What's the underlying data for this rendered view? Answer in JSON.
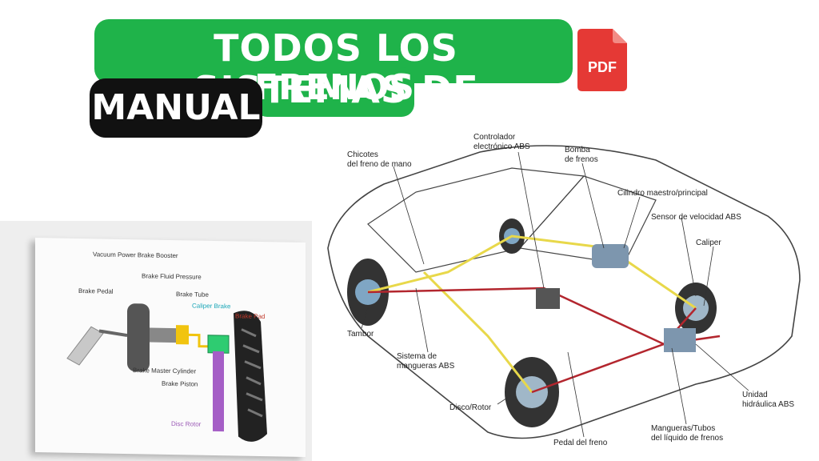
{
  "header": {
    "title_line1": "TODOS LOS SISTEMAS DE",
    "title_line2": "FRENOS",
    "badge": "MANUAL",
    "pdf_label": "PDF"
  },
  "colors": {
    "title_green": "#1fb34a",
    "badge_black": "#111111",
    "pdf_red": "#e53935",
    "brake_line_yellow": "#e8d84a",
    "brake_line_red": "#b3262e"
  },
  "left_diagram": {
    "labels": {
      "booster": "Vacuum Power Brake Booster",
      "fluid_pressure": "Brake Fluid Pressure",
      "pedal": "Brake Pedal",
      "tube": "Brake Tube",
      "caliper": "Caliper Brake",
      "pad": "Brake Pad",
      "master": "Brake Master Cylinder",
      "piston": "Brake Piston",
      "rotor": "Disc Rotor"
    }
  },
  "right_diagram": {
    "labels": {
      "controller_1": "Controlador",
      "controller_2": "electrónico ABS",
      "handbrake_1": "Chicotes",
      "handbrake_2": "del freno de mano",
      "pump_1": "Bomba",
      "pump_2": "de frenos",
      "master": "Cilindro maestro/principal",
      "speed_sensor": "Sensor de velocidad ABS",
      "caliper": "Caliper",
      "drum": "Tambor",
      "hoses_1": "Sistema de",
      "hoses_2": "mangueras ABS",
      "disc": "Disco/Rotor",
      "pedal": "Pedal del freno",
      "tubes_1": "Mangueras/Tubos",
      "tubes_2": "del líquido de frenos",
      "hydraulic_1": "Unidad",
      "hydraulic_2": "hidráulica ABS"
    }
  }
}
